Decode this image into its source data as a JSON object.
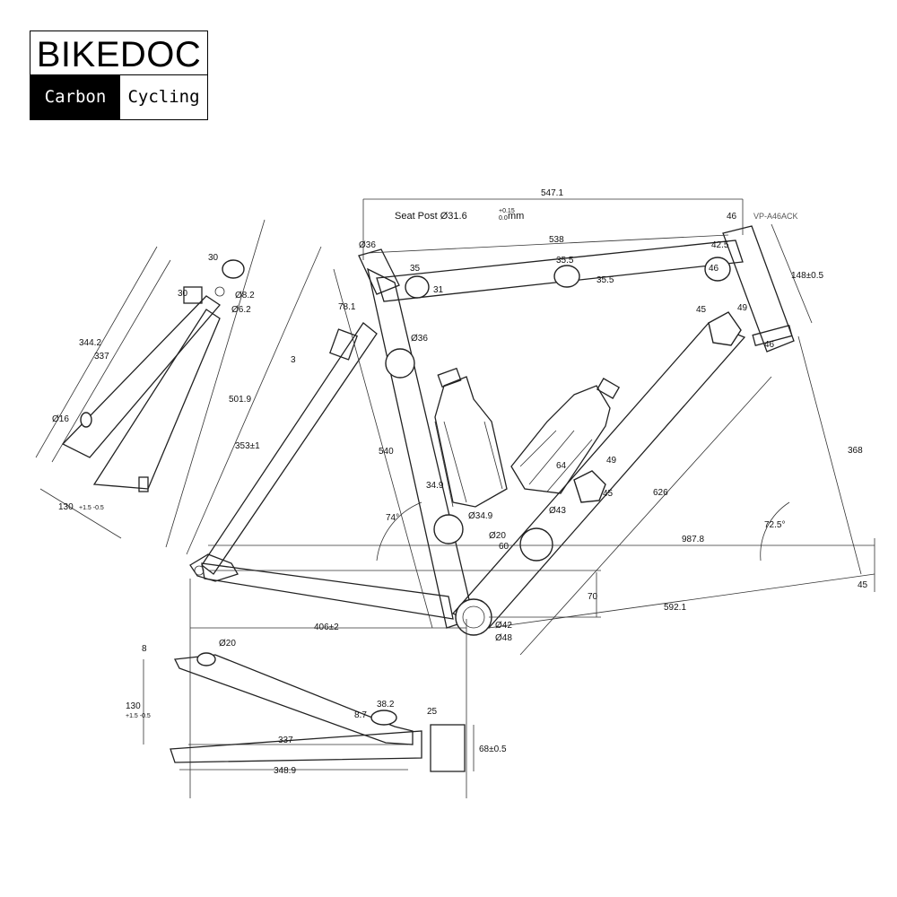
{
  "logo": {
    "brand": "BIKEDOC",
    "left": "Carbon",
    "right": "Cycling"
  },
  "seat_post_label": "Seat Post Ø31.6",
  "seat_post_tol_upper": "+0.15",
  "seat_post_tol_lower": "0.0",
  "seat_post_unit": "mm",
  "part_code": "VP-A46ACK",
  "dims": {
    "top_547": "547.1",
    "top_538": "538",
    "d46_top": "46",
    "d42_5": "42.5",
    "d36_top": "Ø36",
    "tt_35a": "35",
    "tt_31": "31",
    "tt_35_5a": "35.5",
    "tt_35_5b": "35.5",
    "tt_46": "46",
    "ht_148": "148±0.5",
    "ht_45": "45",
    "ht_49": "49",
    "ht_46": "46",
    "st_78": "78.1",
    "st_36": "Ø36",
    "st_540": "540",
    "st_501": "501.9",
    "st_353": "353±1",
    "st_3": "3",
    "dt_64": "64",
    "dt_49": "49",
    "dt_45": "45",
    "dt_626": "626",
    "dt_43": "Ø43",
    "bb_34": "34.9",
    "bb_34b": "Ø34.9",
    "bb_20": "Ø20",
    "bb_60": "60",
    "ang_74": "74°",
    "ang_72": "72.5°",
    "reach_987": "987.8",
    "fc_368": "368",
    "d_45_r": "45",
    "bb_70": "70",
    "wb_592": "592.1",
    "bb_42": "Ø42",
    "bb_48": "Ø48",
    "cs_406": "406±2",
    "ss_344": "344.2",
    "ss_337": "337",
    "ss_30a": "30",
    "ss_30b": "30",
    "ss_8_2": "Ø8.2",
    "ss_6_2": "Ø6.2",
    "ss_16": "Ø16",
    "ss_130": "130",
    "ss_tol": "+1.5 -0.5",
    "cs_8": "8",
    "cs_20": "Ø20",
    "cs_130": "130",
    "cs_tol": "+1.5 -0.5",
    "cs_38": "38.2",
    "cs_25": "25",
    "cs_337": "337",
    "cs_348": "348.9",
    "cs_68": "68±0.5",
    "cs_8_7": "8.7"
  }
}
